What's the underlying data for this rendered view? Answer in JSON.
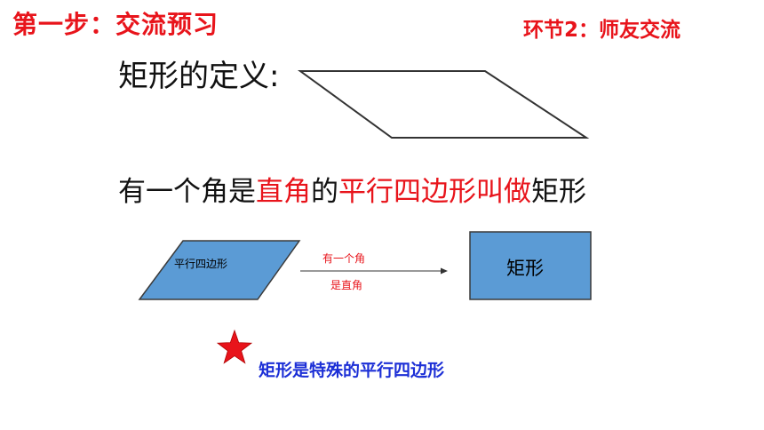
{
  "header": {
    "step_title": "第一步：交流预习",
    "section_tag": "环节2：师友交流"
  },
  "definition": {
    "label": "矩形的定义:",
    "sentence_parts": [
      "有一个角是",
      "直角",
      "的",
      "平行四边形叫做",
      "矩形"
    ]
  },
  "flow": {
    "parallelogram_label": "平行四边形",
    "arrow_top_label": "有一个角",
    "arrow_bottom_label": "是直角",
    "rectangle_label": "矩形",
    "shape_fill": "#5b9bd5",
    "shape_stroke": "#3a3a3a"
  },
  "conclusion": {
    "star_icon": "red-star-icon",
    "text": "矩形是特殊的平行四边形",
    "star_color": "#e8141b",
    "text_color": "#1c2fd6"
  }
}
